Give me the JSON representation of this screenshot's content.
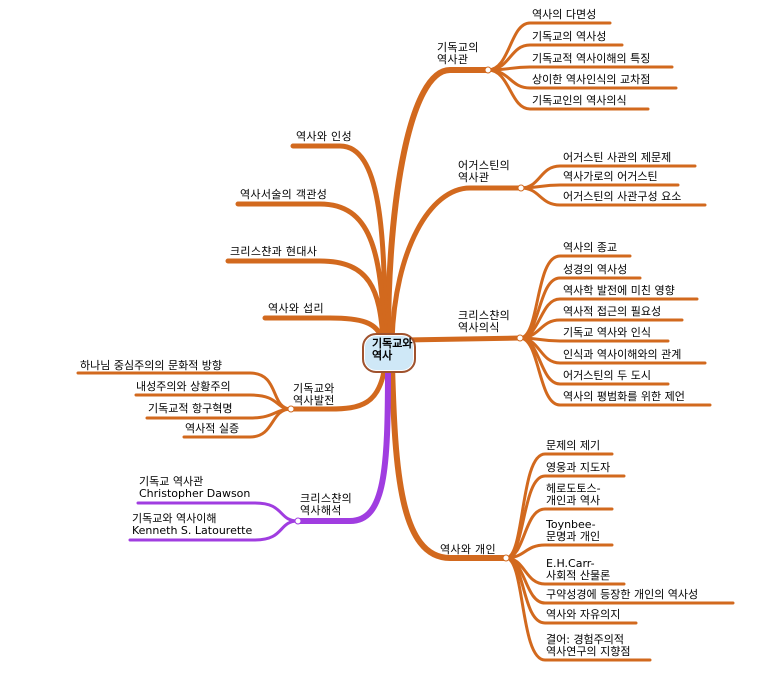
{
  "center": {
    "line1": "기독교와",
    "line2": "역사"
  },
  "colors": {
    "orange": "#d2691e",
    "purple": "#a03de0",
    "cloud": "#cfe8f7"
  },
  "branches": {
    "christian_view": {
      "line1": "기독교의",
      "line2": "역사관",
      "children": [
        "역사의 다면성",
        "기독교의 역사성",
        "기독교적 역사이해의 특징",
        "상이한 역사인식의 교차점",
        "기독교인의 역사의식"
      ]
    },
    "augustine": {
      "line1": "어거스틴의",
      "line2": "역사관",
      "children": [
        "어거스틴 사관의 제문제",
        "역사가로의 어거스틴",
        "어거스틴의 사관구성 요소"
      ]
    },
    "consciousness": {
      "line1": "크리스챤의",
      "line2": "역사의식",
      "children": [
        "역사의 종교",
        "성경의 역사성",
        "역사학 발전에 미친 영향",
        "역사적 접근의 필요성",
        "기독교 역사와 인식",
        "인식과 역사이해와의 관계",
        "어거스틴의 두 도시",
        "역사의 평범화를 위한 제언"
      ]
    },
    "individual": {
      "label": "역사와 개인",
      "children": [
        {
          "l1": "문제의 제기"
        },
        {
          "l1": "영웅과 지도자"
        },
        {
          "l1": "헤로도토스-",
          "l2": "개인과 역사"
        },
        {
          "l1": "Toynbee-",
          "l2": "문명과 개인"
        },
        {
          "l1": "E.H.Carr-",
          "l2": "사회적 산물론"
        },
        {
          "l1": "구약성경에 등장한 개인의 역사성"
        },
        {
          "l1": "역사와 자유의지"
        },
        {
          "l1": "결어: 경험주의적",
          "l2": "역사연구의 지향점"
        }
      ]
    },
    "left_singles": [
      "역사와 인성",
      "역사서술의 객관성",
      "크리스챤과 현대사",
      "역사와 섭리"
    ],
    "development": {
      "line1": "기독교와",
      "line2": "역사발전",
      "children": [
        "하나님 중심주의의 문화적 방향",
        "내성주의와 상황주의",
        "기독교적 항구혁명",
        "역사적 실증"
      ]
    },
    "interpretation": {
      "line1": "크리스챤의",
      "line2": "역사해석",
      "children": [
        {
          "l1": "기독교 역사관",
          "l2": "Christopher Dawson"
        },
        {
          "l1": "기독교와 역사이해",
          "l2": "Kenneth  S. Latourette"
        }
      ]
    }
  }
}
